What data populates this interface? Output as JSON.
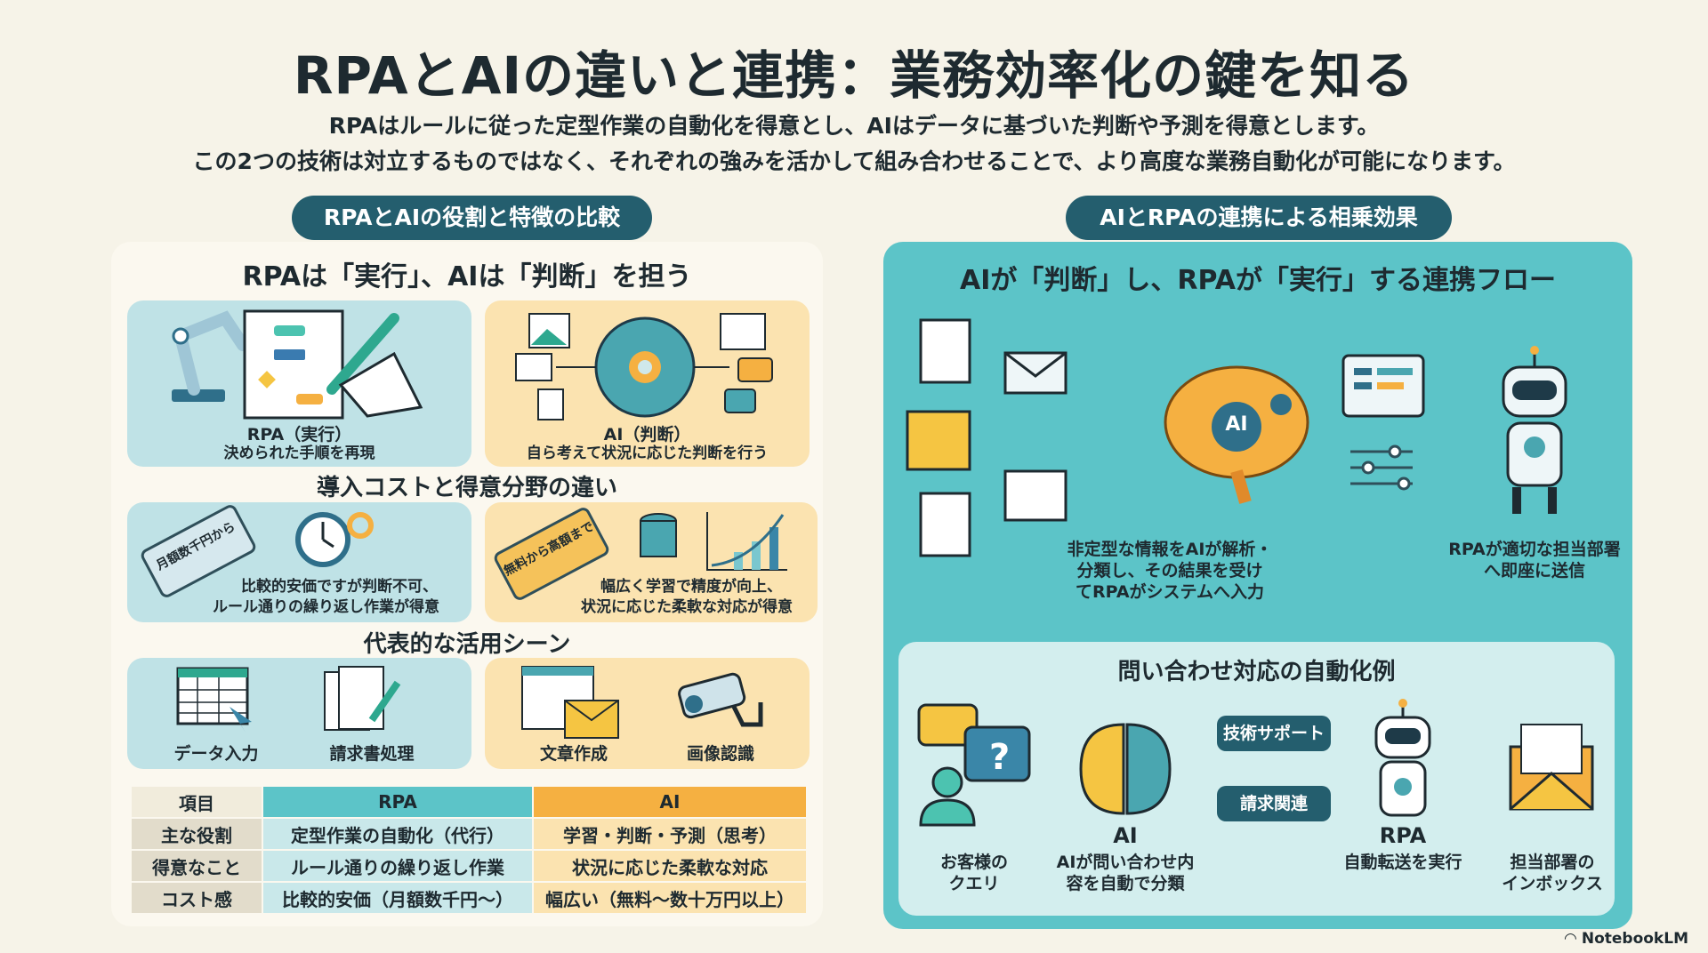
{
  "title": "RPAとAIの違いと連携：業務効率化の鍵を知る",
  "subtitle": [
    "RPAはルールに従った定型作業の自動化を得意とし、AIはデータに基づいた判断や予測を得意とします。",
    "この2つの技術は対立するものではなく、それぞれの強みを活かして組み合わせることで、より高度な業務自動化が可能になります。"
  ],
  "left": {
    "pill": "RPAとAIの役割と特徴の比較",
    "heading": "RPAは「実行」、AIは「判断」を担う",
    "rpa_card": {
      "title": "RPA（実行）",
      "desc": "決められた手順を再現"
    },
    "ai_card": {
      "title": "AI（判断）",
      "desc": "自ら考えて状況に応じた判断を行う"
    },
    "heading2": "導入コストと得意分野の違い",
    "rpa_cost": {
      "tag": "月額数千円から",
      "desc1": "比較的安価ですが判断不可、",
      "desc2": "ルール通りの繰り返し作業が得意"
    },
    "ai_cost": {
      "tag": "無料から高額まで",
      "desc1": "幅広く学習で精度が向上、",
      "desc2": "状況に応じた柔軟な対応が得意"
    },
    "heading3": "代表的な活用シーン",
    "scenes": [
      "データ入力",
      "請求書処理",
      "文章作成",
      "画像認識"
    ],
    "table": {
      "headers": [
        "項目",
        "RPA",
        "AI"
      ],
      "rows": [
        [
          "主な役割",
          "定型作業の自動化（代行）",
          "学習・判断・予測（思考）"
        ],
        [
          "得意なこと",
          "ルール通りの繰り返し作業",
          "状況に応じた柔軟な対応"
        ],
        [
          "コスト感",
          "比較的安価（月額数千円〜）",
          "幅広い（無料〜数十万円以上）"
        ]
      ]
    }
  },
  "right": {
    "pill": "AIとRPAの連携による相乗効果",
    "heading": "AIが「判断」し、RPAが「実行」する連携フロー",
    "brain_label": "AI",
    "flow_ai_desc": [
      "非定型な情報をAIが解析・",
      "分類し、その結果を受け",
      "てRPAがシステムへ入力"
    ],
    "flow_rpa_desc": [
      "RPAが適切な担当部署",
      "へ即座に送信"
    ],
    "example": {
      "title": "問い合わせ対応の自動化例",
      "customer": [
        "お客様の",
        "クエリ"
      ],
      "ai_title": "AI",
      "ai_desc": [
        "AIが問い合わせ内",
        "容を自動で分類"
      ],
      "tags": [
        "技術サポート",
        "請求関連"
      ],
      "rpa_title": "RPA",
      "rpa_desc": "自動転送を実行",
      "inbox": [
        "担当部署の",
        "インボックス"
      ]
    }
  },
  "brand": "NotebookLM",
  "colors": {
    "teal": "#5cc4c8",
    "navy": "#245e6e",
    "yellow": "#f5b041",
    "cream": "#f6f3e8"
  }
}
